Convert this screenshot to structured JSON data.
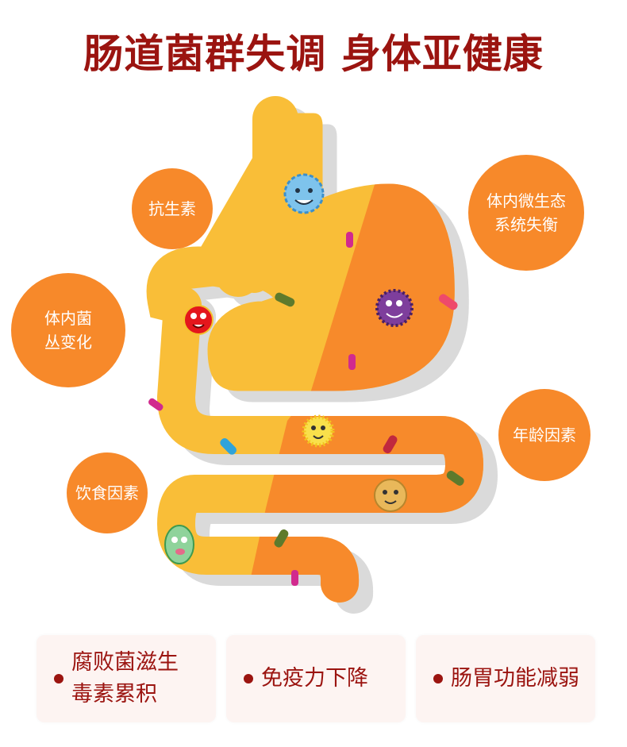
{
  "title": "肠道菌群失调 身体亚健康",
  "causes": [
    {
      "label": "抗生素"
    },
    {
      "label_line1": "体内微生态",
      "label_line2": "系统失衡"
    },
    {
      "label_line1": "体内菌",
      "label_line2": "丛变化"
    },
    {
      "label": "年龄因素"
    },
    {
      "label": "饮食因素"
    }
  ],
  "effects": [
    {
      "line1": "腐败菌滋生",
      "line2": "毒素累积"
    },
    {
      "line1": "免疫力下降"
    },
    {
      "line1": "肠胃功能减弱"
    }
  ],
  "colors": {
    "title": "#9B1410",
    "bubble": "#F7892A",
    "tract_yellow": "#F9BE38",
    "tract_orange": "#F78A2B",
    "shadow": "#DADADA"
  }
}
